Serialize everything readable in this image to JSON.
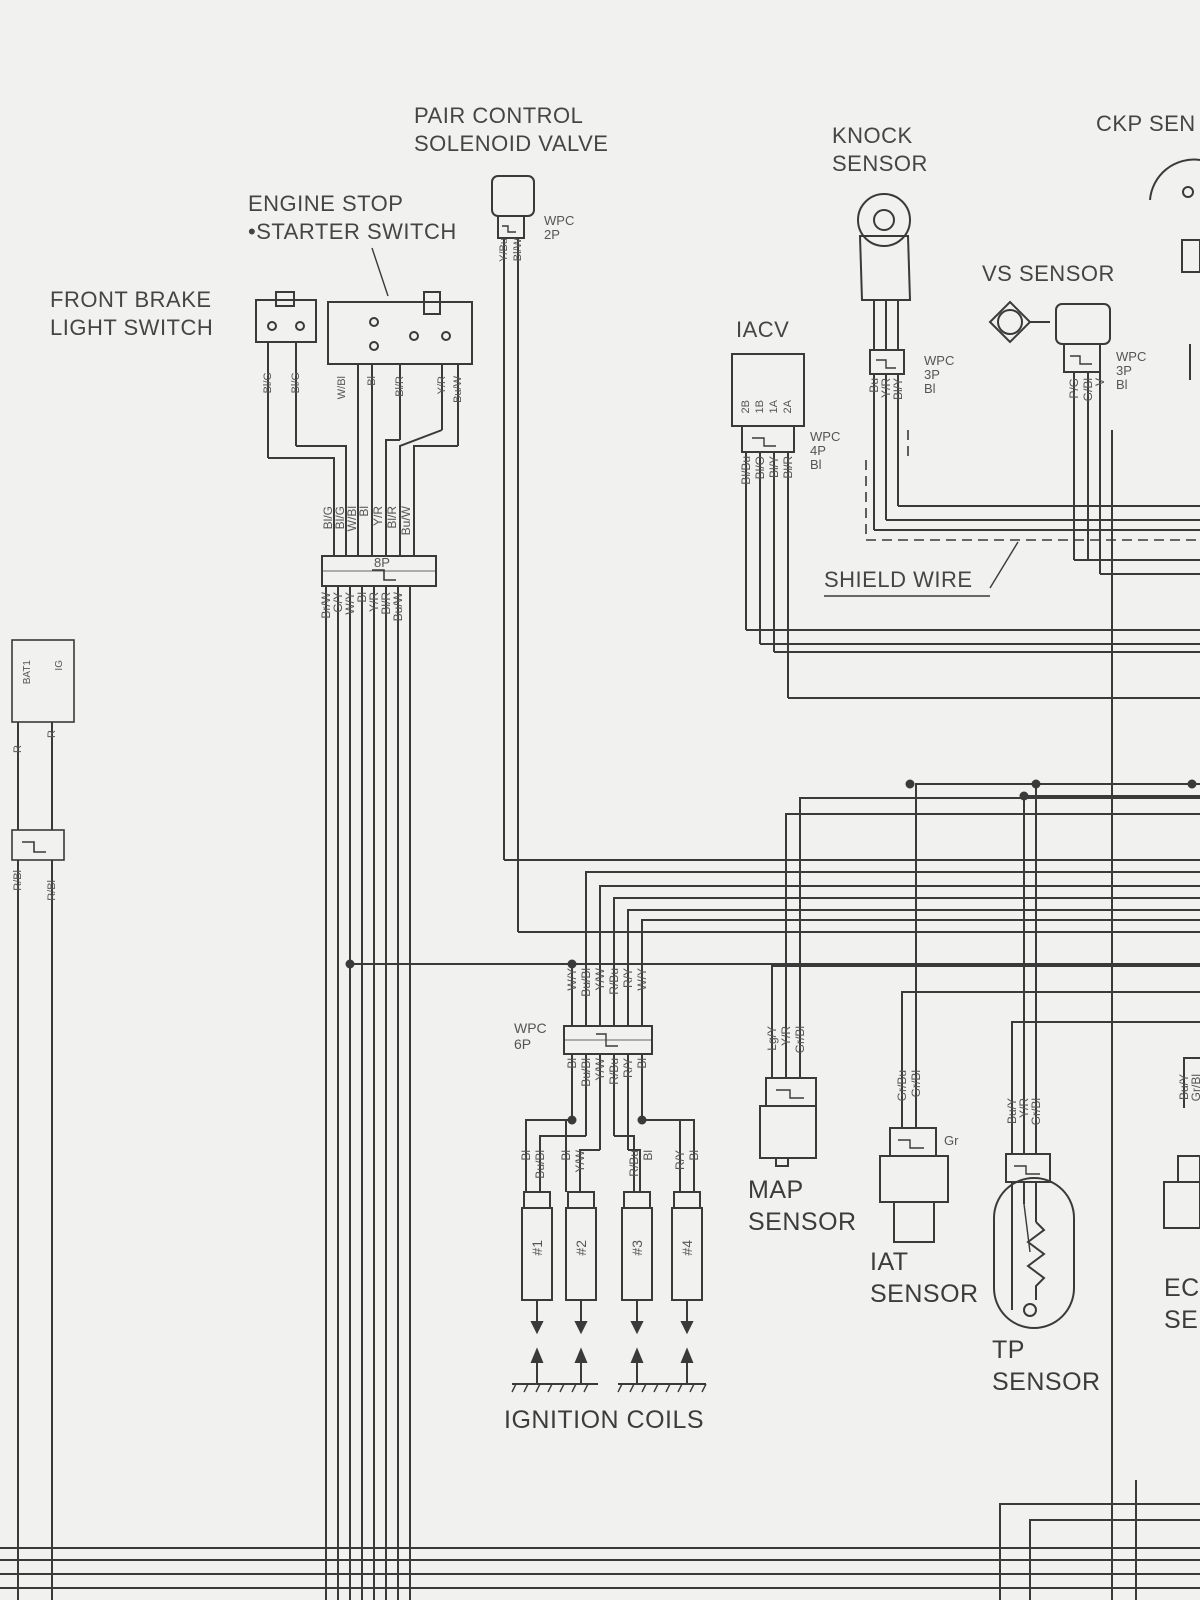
{
  "components": {
    "pair_valve": "PAIR CONTROL\nSOLENOID VALVE",
    "engine_stop": "ENGINE STOP\n•STARTER SWITCH",
    "front_brake": "FRONT BRAKE\nLIGHT SWITCH",
    "knock": "KNOCK\nSENSOR",
    "ckp": "CKP SEN",
    "vs": "VS SENSOR",
    "iacv": "IACV",
    "shield": "SHIELD WIRE",
    "map": "MAP\nSENSOR",
    "iat": "IAT\nSENSOR",
    "tp": "TP\nSENSOR",
    "ect": "EC\nSE",
    "ignition": "IGNITION COILS"
  },
  "connectors": {
    "wpc_2p": "WPC\n2P",
    "wpc_3p_knock": "WPC\n3P\nBl",
    "wpc_3p_vs": "WPC\n3P\nBl",
    "wpc_4p": "WPC\n4P\nBl",
    "p8": "8P",
    "wpc_6p": "WPC\n6P",
    "iat_gr": "Gr"
  },
  "coils": [
    "#1",
    "#2",
    "#3",
    "#4"
  ],
  "wires": {
    "pair": [
      "Y/Bu",
      "Bl/W"
    ],
    "brake": [
      "Bl/G",
      "Bl/G"
    ],
    "switch": [
      "W/Bl",
      "Bl",
      "Bl/R",
      "Y/R",
      "Bu/W"
    ],
    "p8_top": [
      "Bl/G",
      "Bl/G",
      "W/Bl",
      "Bl",
      "Y/R",
      "Bl/R",
      "Bu/W"
    ],
    "p8_bottom": [
      "Br/W",
      "G/Y",
      "W/Y",
      "Bl",
      "Y/R",
      "Bl/R",
      "Bu/W"
    ],
    "iacv_pins": [
      "2B",
      "1B",
      "1A",
      "2A"
    ],
    "iacv": [
      "Bl/Bu",
      "Bl/O",
      "Bl/Y",
      "Bl/R"
    ],
    "knock": [
      "Bu",
      "Y/R",
      "Bl/Y"
    ],
    "vs": [
      "P/G",
      "G/Bl",
      "V"
    ],
    "p6_top": [
      "W/Y",
      "Bu/Bl",
      "Y/W",
      "R/Bu",
      "R/Y",
      "W/Y"
    ],
    "p6_bottom": [
      "Bl",
      "Bu/Bl",
      "Y/W",
      "R/Bu",
      "R/Y",
      "Bl"
    ],
    "coil1": [
      "Bl",
      "Bu/Bl"
    ],
    "coil2": [
      "Bl",
      "Y/W"
    ],
    "coil3": [
      "R/Bu",
      "Bl"
    ],
    "coil4": [
      "R/Y",
      "Bl"
    ],
    "map": [
      "Lg/Y",
      "Y/R",
      "Gr/Bl"
    ],
    "iat": [
      "Gr/Bu",
      "Gr/Bl"
    ],
    "tp": [
      "Bu/Y",
      "Y/R",
      "Gr/Bl"
    ],
    "ect": [
      "Bu/Y",
      "Gr/Bl"
    ],
    "fuse_left": [
      "R",
      "R/Bl"
    ],
    "fuse_right": [
      "R",
      "R/Bl"
    ],
    "ign_box": [
      "BAT1",
      "IG"
    ]
  },
  "colors": {
    "paper": "#f1f1ef",
    "ink": "#3a3a3a"
  }
}
